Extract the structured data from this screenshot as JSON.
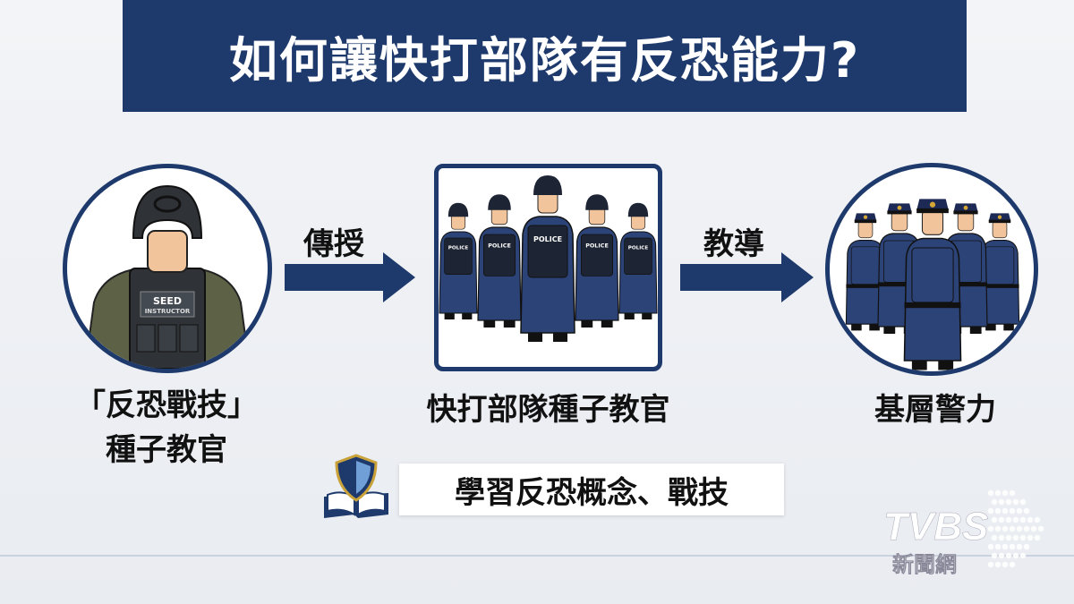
{
  "title": "如何讓快打部隊有反恐能力?",
  "left": {
    "label_line1": "「反恐戰技」",
    "label_line2": "種子教官",
    "vest_text1": "SEED",
    "vest_text2": "INSTRUCTOR"
  },
  "arrow1_label": "傳授",
  "middle": {
    "label": "快打部隊種子教官",
    "vest_text": "POLICE"
  },
  "arrow2_label": "教導",
  "right": {
    "label": "基層警力"
  },
  "learn_label": "學習反恐概念、戰技",
  "logo": {
    "brand": "TVBS",
    "sub": "新聞網"
  },
  "colors": {
    "navy": "#1e3a6c",
    "olive": "#5d6247",
    "skin": "#f2c49b"
  }
}
